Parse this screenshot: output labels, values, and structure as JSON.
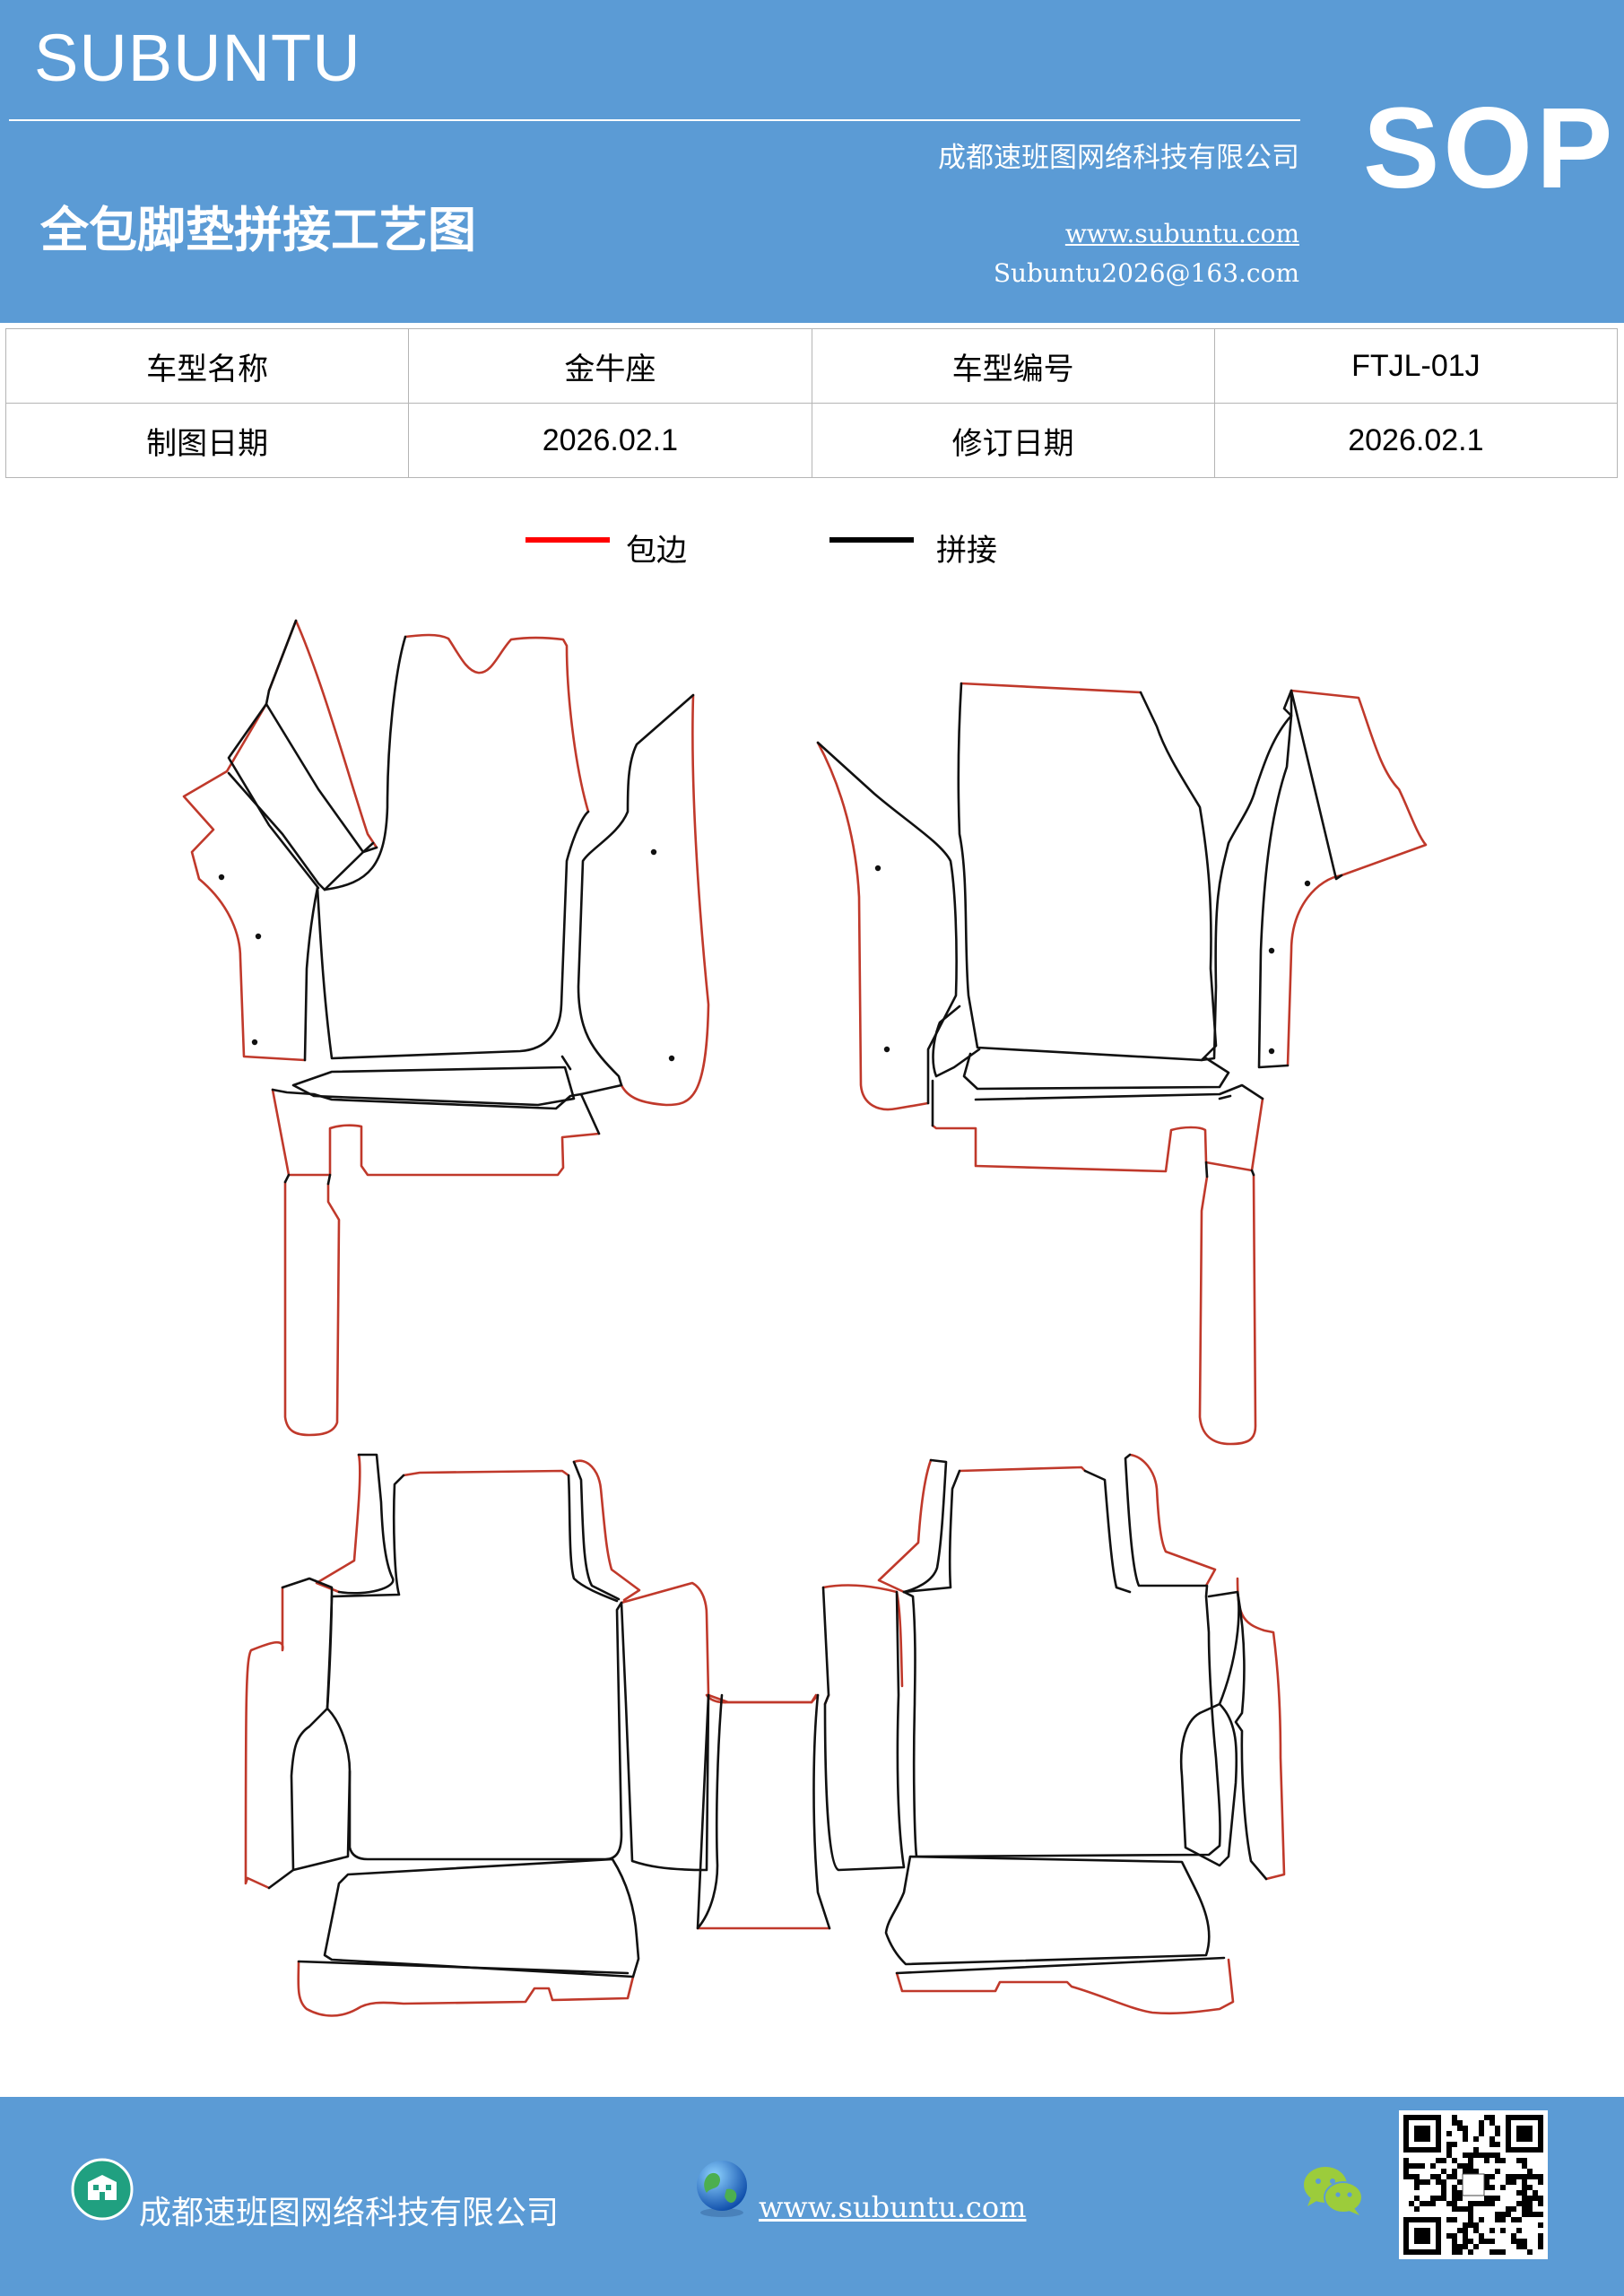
{
  "header": {
    "brand": "SUBUNTU",
    "company": "成都速班图网络科技有限公司",
    "title": "全包脚垫拼接工艺图",
    "website": "www.subuntu.com",
    "email": "Subuntu2026@163.com",
    "sop": "SOP"
  },
  "info_table": {
    "model_name_label": "车型名称",
    "model_name_value": "金牛座",
    "model_code_label": "车型编号",
    "model_code_value": "FTJL-01J",
    "draw_date_label": "制图日期",
    "draw_date_value": "2026.02.1",
    "revise_date_label": "修订日期",
    "revise_date_value": "2026.02.1"
  },
  "legend": {
    "edge_label": "包边",
    "edge_color": "#ff0000",
    "splice_label": "拼接",
    "splice_color": "#000000"
  },
  "colors": {
    "header_bg": "#5b9bd5",
    "outline_red": "#c0392b",
    "outline_black": "#111111"
  },
  "footer": {
    "company": "成都速班图网络科技有限公司",
    "website": "www.subuntu.com",
    "icons": [
      "building-icon",
      "globe-icon",
      "wechat-icon",
      "qr-code"
    ]
  }
}
